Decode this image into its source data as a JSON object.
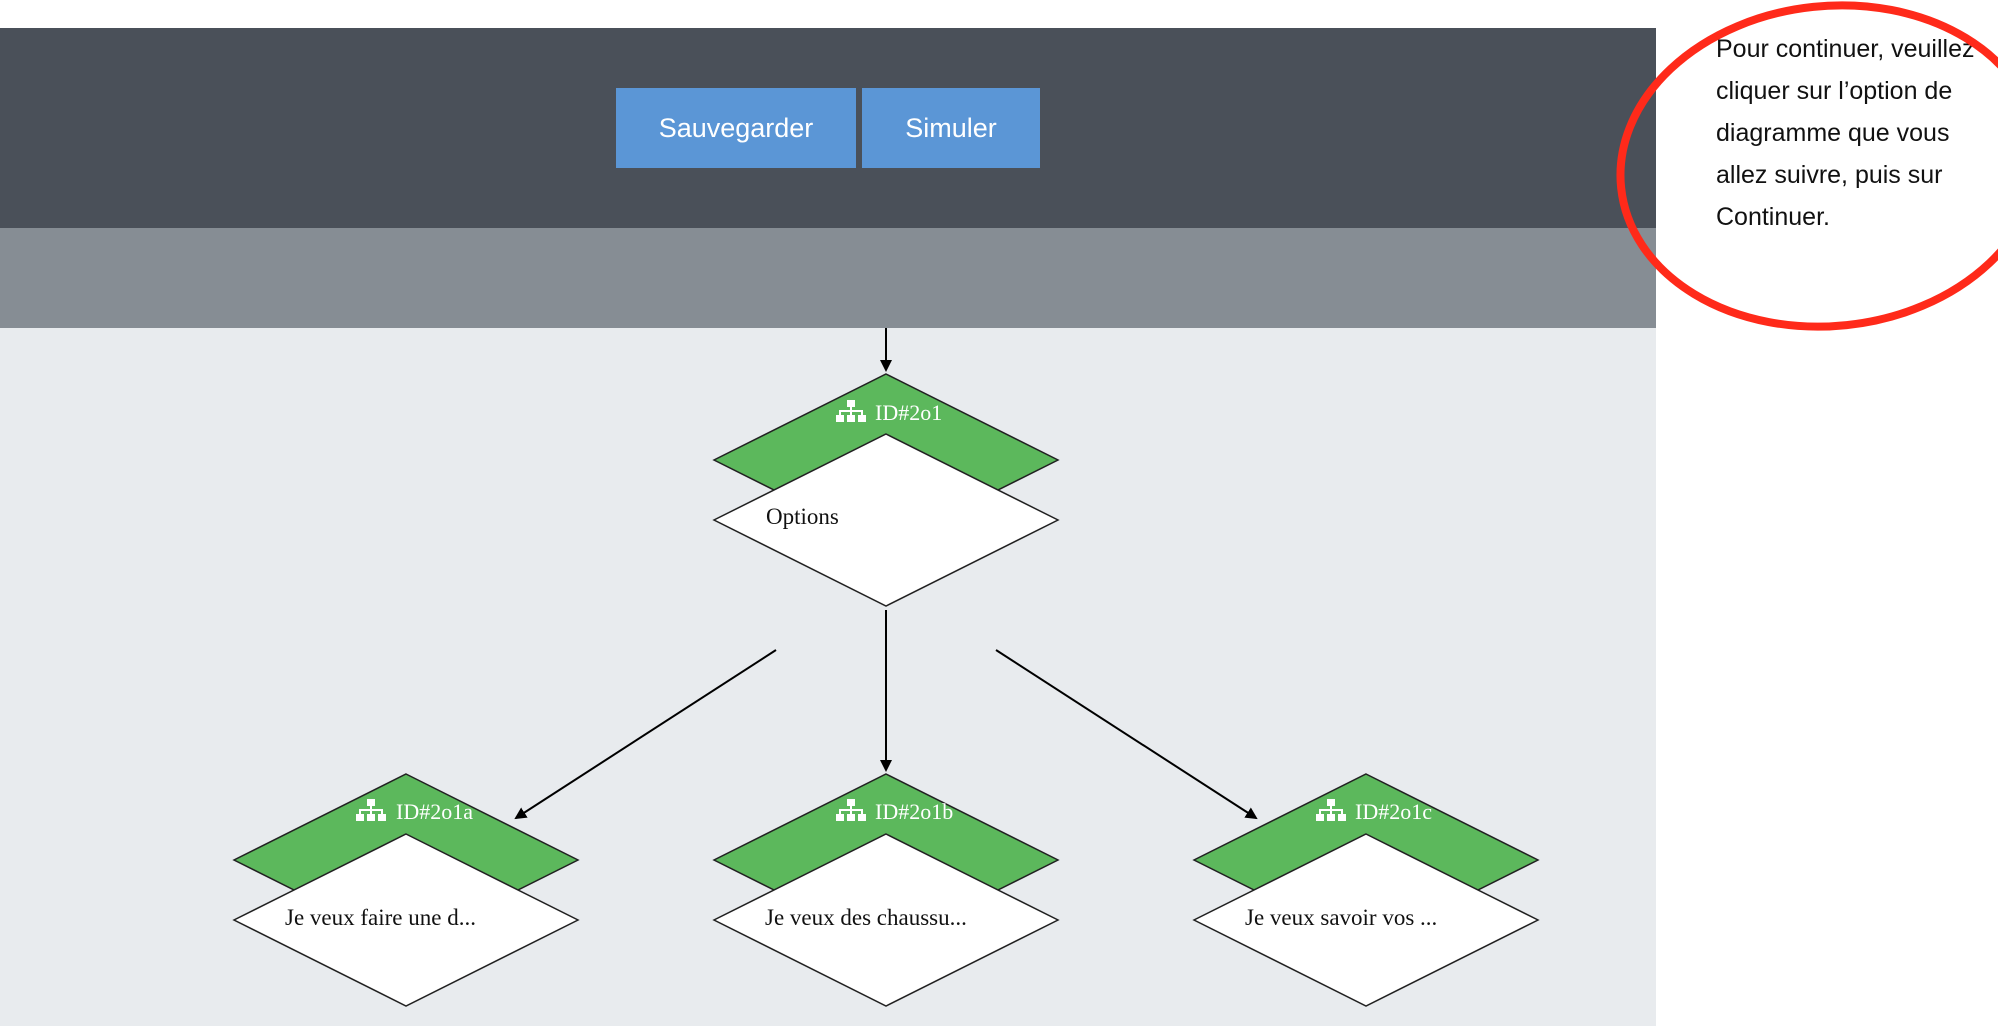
{
  "toolbar": {
    "save_label": "Sauvegarder",
    "simulate_label": "Simuler"
  },
  "instructions": {
    "text": "Pour continuer, veuillez cliquer sur l’option de diagramme que vous allez suivre, puis sur Continuer."
  },
  "diagram": {
    "root": {
      "id": "ID#2o1",
      "label": "Options"
    },
    "children": [
      {
        "id": "ID#2o1a",
        "label": "Je veux faire une d..."
      },
      {
        "id": "ID#2o1b",
        "label": "Je veux des chaussu..."
      },
      {
        "id": "ID#2o1c",
        "label": "Je veux savoir vos ..."
      }
    ]
  },
  "colors": {
    "toolbar_bg": "#4a5059",
    "button_bg": "#5b96d6",
    "node_header": "#5cb85c",
    "callout_ring": "#ff2a1a"
  }
}
